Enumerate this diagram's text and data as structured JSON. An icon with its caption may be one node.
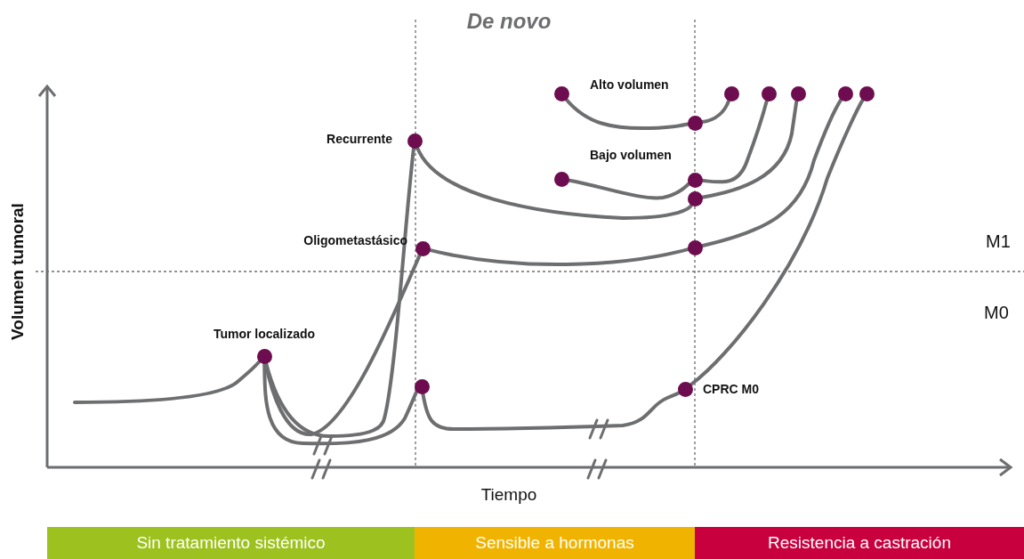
{
  "diagram": {
    "title": "De novo",
    "nodes": [
      {
        "text": [],
        "shape": "circle"
      },
      {
        "text": [],
        "shape": "circle"
      },
      {
        "text": [],
        "shape": "circle"
      },
      {
        "text": [],
        "shape": "circle"
      },
      {
        "text": [],
        "shape": "circle"
      },
      {
        "text": [],
        "shape": "circle"
      },
      {
        "text": [],
        "shape": "circle"
      },
      {
        "text": [],
        "shape": "circle",
        "beside": [
          "Recurrente"
        ]
      },
      {
        "text": [],
        "shape": "circle"
      },
      {
        "text": [],
        "shape": "circle"
      },
      {
        "text": [],
        "shape": "circle"
      },
      {
        "text": [],
        "shape": "circle",
        "beside": [
          "Oligometastásico"
        ]
      },
      {
        "text": [],
        "shape": "circle"
      },
      {
        "text": [],
        "shape": "circle",
        "beside": [
          "Tumor localizado"
        ]
      },
      {
        "text": [],
        "shape": "circle"
      },
      {
        "text": [],
        "shape": "circle",
        "beside": [
          "CPRC M0"
        ]
      },
      {
        "text": [
          "Sin tratamiento sistémico"
        ]
      },
      {
        "text": [
          "Sensible a hormonas"
        ]
      },
      {
        "text": [
          "Resistencia a castración"
        ]
      }
    ],
    "edges": [
      {
        "from": null,
        "to": 13,
        "arrow": "none"
      },
      {
        "from": 13,
        "to": 7,
        "arrow": "none"
      },
      {
        "from": 13,
        "to": 11,
        "arrow": "none"
      },
      {
        "from": 13,
        "to": 14,
        "arrow": "none"
      },
      {
        "from": 14,
        "to": 15,
        "arrow": "none"
      },
      {
        "from": 15,
        "to": 5,
        "arrow": "none"
      },
      {
        "from": 7,
        "to": 10,
        "arrow": "none"
      },
      {
        "from": 10,
        "to": 3,
        "arrow": "none"
      },
      {
        "from": 11,
        "to": 12,
        "arrow": "none"
      },
      {
        "from": 12,
        "to": 4,
        "arrow": "none"
      },
      {
        "from": 0,
        "to": 6,
        "arrow": "none"
      },
      {
        "from": 6,
        "to": 1,
        "arrow": "none"
      },
      {
        "from": 8,
        "to": 9,
        "arrow": "none"
      },
      {
        "from": 9,
        "to": 2,
        "arrow": "none"
      }
    ],
    "labels": [
      "Alto volumen",
      "Bajo volumen",
      "Volumen tumoral",
      "Tiempo",
      "M1",
      "M0"
    ]
  }
}
